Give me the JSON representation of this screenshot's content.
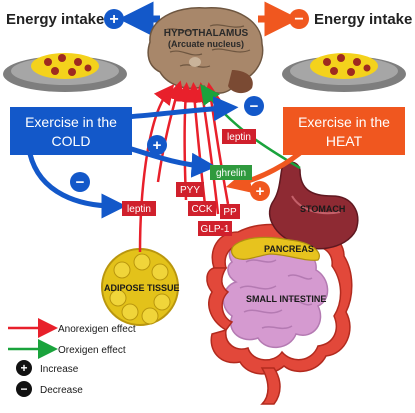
{
  "energy_intake_increase": {
    "text": "Energy intake",
    "sign": "+"
  },
  "energy_intake_decrease": {
    "text": "Energy intake",
    "sign": "−"
  },
  "brain": {
    "title": "HYPOTHALAMUS",
    "subtitle": "(Arcuate nucleus)"
  },
  "exercise_cold": {
    "line1": "Exercise in the",
    "line2": "COLD"
  },
  "exercise_heat": {
    "line1": "Exercise in the",
    "line2": "HEAT"
  },
  "hormones": {
    "leptin_top": "leptin",
    "leptin_left": "leptin",
    "ghrelin": "ghrelin",
    "pyy": "PYY",
    "cck": "CCK",
    "pp": "PP",
    "glp1": "GLP-1"
  },
  "organs": {
    "stomach": "STOMACH",
    "pancreas": "PANCREAS",
    "small_intestine": "SMALL INTESTINE",
    "adipose": "ADIPOSE TISSUE"
  },
  "signs": {
    "plus": "+",
    "minus": "−"
  },
  "legend": {
    "anorexigen": "Anorexigen effect",
    "orexigen": "Orexigen effect",
    "increase": "Increase",
    "decrease": "Decrease",
    "plus_symbol": "+",
    "minus_symbol": "−"
  },
  "colors": {
    "blue": "#1358c9",
    "orange": "#f0571f",
    "red": "#e8202b",
    "green": "#1aa33c",
    "dark_red_label": "#d0202c",
    "ghrelin_green": "#2f9a3e",
    "brain": "#9b7b5c",
    "adipose": "#e3c21a",
    "intestine": "#e2483a",
    "small_intestine": "#d59ad0"
  }
}
